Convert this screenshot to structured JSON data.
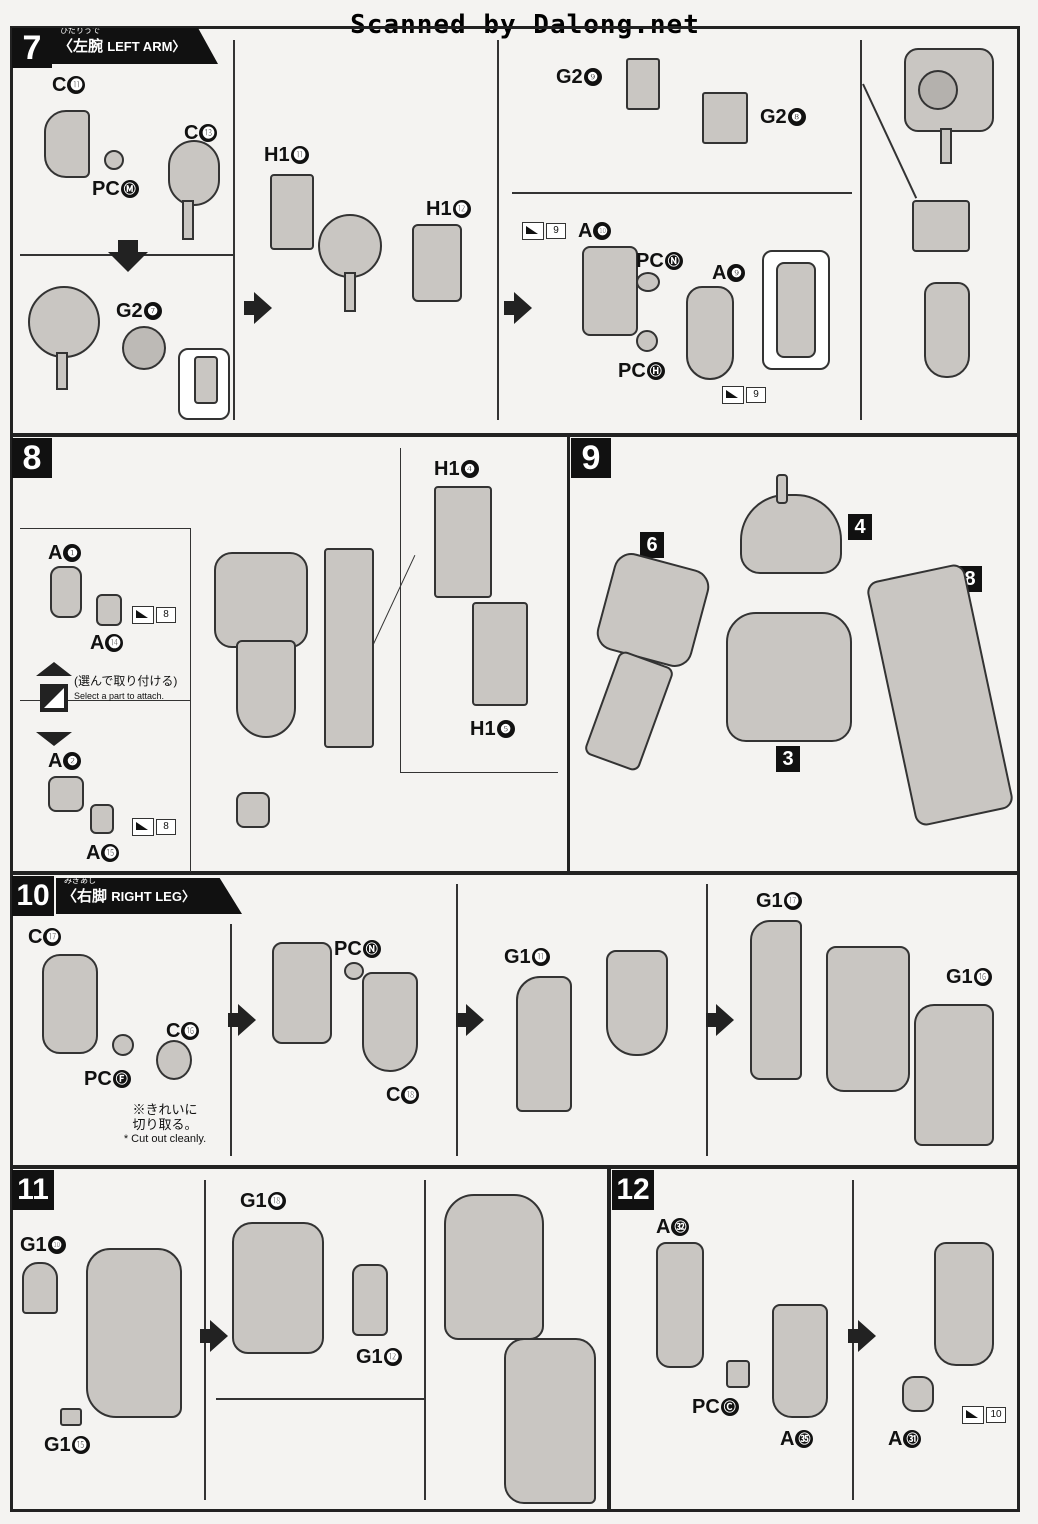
{
  "watermark": "Scanned by Dalong.net",
  "step7": {
    "number": "7",
    "ruby": "ひだりうで",
    "title_jp": "〈左腕",
    "title_en": "LEFT ARM〉",
    "parts": {
      "c11": [
        "C",
        "⓫"
      ],
      "c13": [
        "C",
        "⓭"
      ],
      "pcm": [
        "PC",
        "Ⓜ"
      ],
      "g27": [
        "G2",
        "❼"
      ],
      "h111": [
        "H1",
        "⓫"
      ],
      "h112": [
        "H1",
        "⓬"
      ],
      "g29": [
        "G2",
        "❾"
      ],
      "g28": [
        "G2",
        "❽"
      ],
      "a10": [
        "A",
        "❿"
      ],
      "pcn": [
        "PC",
        "Ⓝ"
      ],
      "a9": [
        "A",
        "❾"
      ],
      "pch": [
        "PC",
        "Ⓗ"
      ]
    },
    "icon_num": "9"
  },
  "step8": {
    "number": "8",
    "parts": {
      "a1": [
        "A",
        "❶"
      ],
      "a14": [
        "A",
        "⓮"
      ],
      "a2": [
        "A",
        "❷"
      ],
      "a15": [
        "A",
        "⓯"
      ],
      "h14": [
        "H1",
        "❹"
      ],
      "h15": [
        "H1",
        "❺"
      ]
    },
    "select_jp": "(選んで取り付ける)",
    "select_en": "Select a part to attach.",
    "icon_num": "8"
  },
  "step9": {
    "number": "9",
    "refs": [
      "6",
      "4",
      "8",
      "3"
    ]
  },
  "step10": {
    "number": "10",
    "ruby": "みぎあし",
    "title_jp": "〈右脚",
    "title_en": "RIGHT LEG〉",
    "parts": {
      "c17": [
        "C",
        "⓱"
      ],
      "pcf": [
        "PC",
        "Ⓕ"
      ],
      "c16": [
        "C",
        "⓰"
      ],
      "pcn": [
        "PC",
        "Ⓝ"
      ],
      "c18": [
        "C",
        "⓲"
      ],
      "g111": [
        "G1",
        "⓫"
      ],
      "g117": [
        "G1",
        "⓱"
      ],
      "g116": [
        "G1",
        "⓰"
      ]
    },
    "note_jp1": "※きれいに",
    "note_jp2": "切り取る。",
    "note_en": "* Cut out cleanly."
  },
  "step11": {
    "number": "11",
    "parts": {
      "g110": [
        "G1",
        "❿"
      ],
      "g115": [
        "G1",
        "⓯"
      ],
      "g118": [
        "G1",
        "⓲"
      ],
      "g112": [
        "G1",
        "⓬"
      ]
    }
  },
  "step12": {
    "number": "12",
    "parts": {
      "a32": [
        "A",
        "㉜"
      ],
      "pcc": [
        "PC",
        "Ⓒ"
      ],
      "a35": [
        "A",
        "㉟"
      ],
      "a31": [
        "A",
        "㉛"
      ]
    },
    "icon_num": "10"
  }
}
